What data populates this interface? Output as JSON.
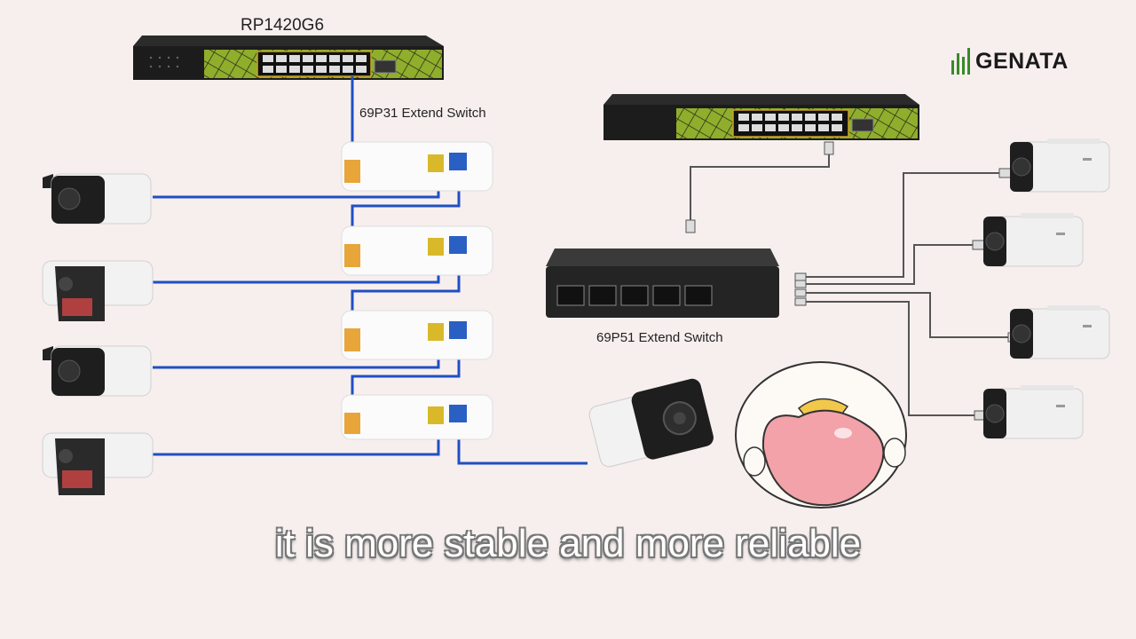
{
  "labels": {
    "main_switch": "RP1420G6",
    "extend_switch_a": "69P31 Extend Switch",
    "extend_switch_b": "69P51 Extend Switch"
  },
  "logo": {
    "text": "GENATA",
    "brand_color": "#3a8a2a"
  },
  "subtitle": "it is more stable and more reliable",
  "colors": {
    "background": "#f7efee",
    "cable_blue": "#1f4fc4",
    "cable_gray": "#555555",
    "switch_green": "#8fae2c",
    "port_yellow": "#d9b92a",
    "port_blue": "#2a5fc4"
  },
  "icons": [
    "network-switch-icon",
    "poe-extender-icon",
    "bullet-camera-icon",
    "cartoon-mascot-icon"
  ]
}
